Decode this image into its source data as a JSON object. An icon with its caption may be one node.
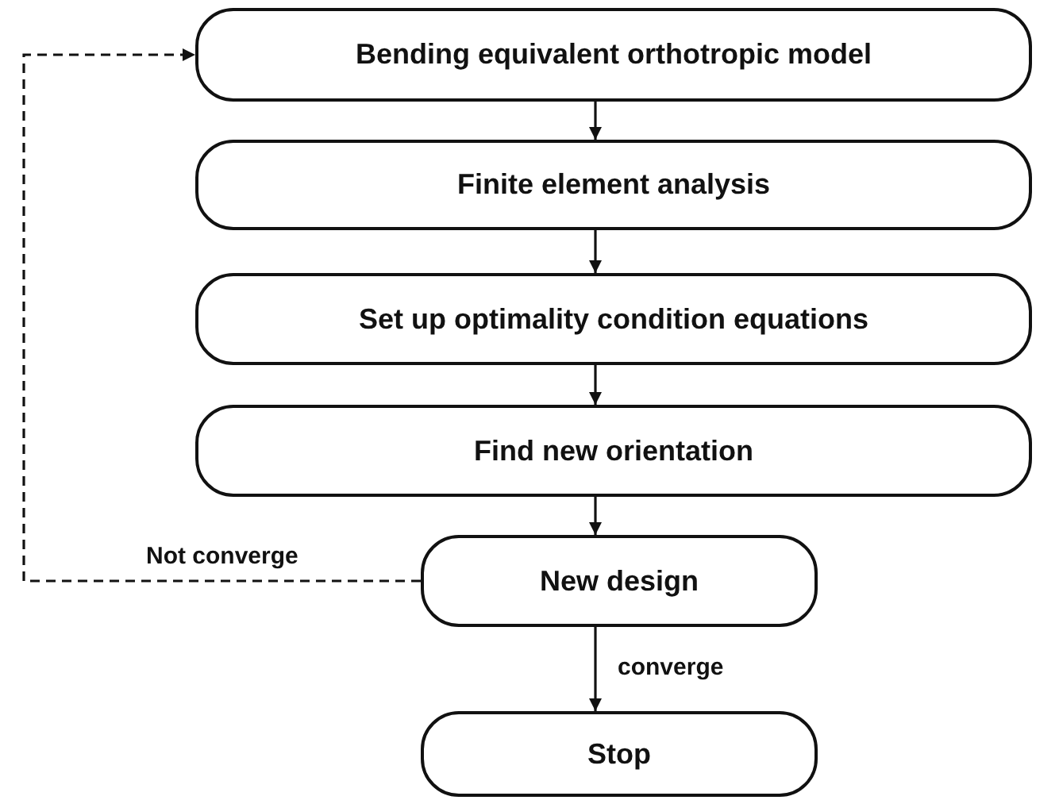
{
  "diagram": {
    "nodes": [
      {
        "text": [
          "Bending equivalent orthotropic model"
        ]
      },
      {
        "text": [
          "Finite element analysis"
        ]
      },
      {
        "text": [
          "Set up optimality condition equations"
        ]
      },
      {
        "text": [
          "Find new orientation"
        ]
      },
      {
        "text": [
          "New design"
        ]
      },
      {
        "text": [
          "Stop"
        ]
      }
    ],
    "edges": [
      {
        "from": 0,
        "to": 1,
        "arrow": "to"
      },
      {
        "from": 1,
        "to": 2,
        "arrow": "to"
      },
      {
        "from": 2,
        "to": 3,
        "arrow": "to"
      },
      {
        "from": 3,
        "to": 4,
        "arrow": "to"
      },
      {
        "from": 4,
        "to": 5,
        "arrow": "to",
        "label": "converge"
      },
      {
        "from": 4,
        "to": 0,
        "arrow": "to",
        "label": "Not converge",
        "style": "dashed"
      }
    ]
  }
}
